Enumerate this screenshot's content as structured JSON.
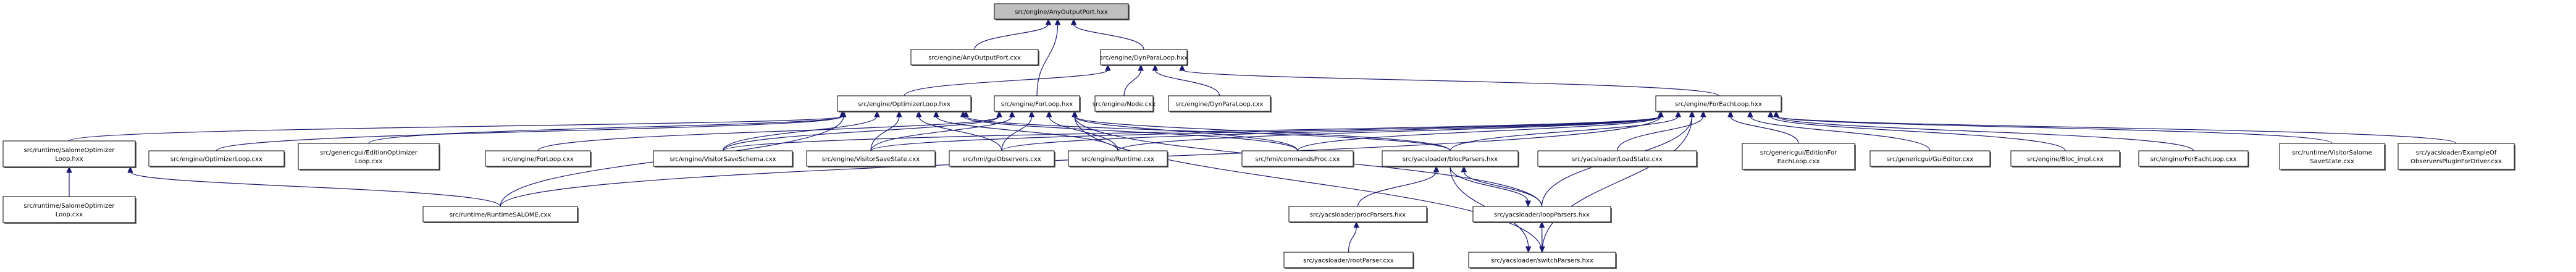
{
  "graph": {
    "type": "include-dependency-graph",
    "root": "n0",
    "colors": {
      "edge": "#191970",
      "root_fill": "#bfbfbf",
      "node_fill": "#ffffff",
      "border": "#000000"
    },
    "nodes": [
      {
        "id": "n0",
        "lines": [
          "src/engine/AnyOutputPort.hxx"
        ],
        "root": true
      },
      {
        "id": "n1",
        "lines": [
          "src/engine/AnyOutputPort.cxx"
        ]
      },
      {
        "id": "n2",
        "lines": [
          "src/engine/DynParaLoop.hxx"
        ]
      },
      {
        "id": "n3",
        "lines": [
          "src/engine/OptimizerLoop.hxx"
        ]
      },
      {
        "id": "n4",
        "lines": [
          "src/engine/ForLoop.hxx"
        ]
      },
      {
        "id": "n5",
        "lines": [
          "src/engine/Node.cxx"
        ]
      },
      {
        "id": "n6",
        "lines": [
          "src/engine/DynParaLoop.cxx"
        ]
      },
      {
        "id": "n7",
        "lines": [
          "src/engine/ForEachLoop.hxx"
        ]
      },
      {
        "id": "n8",
        "lines": [
          "src/runtime/SalomeOptimizer",
          "Loop.hxx"
        ]
      },
      {
        "id": "n9",
        "lines": [
          "src/engine/OptimizerLoop.cxx"
        ]
      },
      {
        "id": "n10",
        "lines": [
          "src/genericgui/EditionOptimizer",
          "Loop.cxx"
        ]
      },
      {
        "id": "n11",
        "lines": [
          "src/engine/ForLoop.cxx"
        ]
      },
      {
        "id": "n12",
        "lines": [
          "src/engine/VisitorSaveSchema.cxx"
        ]
      },
      {
        "id": "n13",
        "lines": [
          "src/engine/VisitorSaveState.cxx"
        ]
      },
      {
        "id": "n14",
        "lines": [
          "src/hmi/guiObservers.cxx"
        ]
      },
      {
        "id": "n15",
        "lines": [
          "src/engine/Runtime.cxx"
        ]
      },
      {
        "id": "n16",
        "lines": [
          "src/hmi/commandsProc.cxx"
        ]
      },
      {
        "id": "n17",
        "lines": [
          "src/yacsloader/blocParsers.hxx"
        ]
      },
      {
        "id": "n18",
        "lines": [
          "src/yacsloader/LoadState.cxx"
        ]
      },
      {
        "id": "n19",
        "lines": [
          "src/genericgui/EditionFor",
          "EachLoop.cxx"
        ]
      },
      {
        "id": "n20",
        "lines": [
          "src/genericgui/GuiEditor.cxx"
        ]
      },
      {
        "id": "n21",
        "lines": [
          "src/engine/Bloc_impl.cxx"
        ]
      },
      {
        "id": "n22",
        "lines": [
          "src/engine/ForEachLoop.cxx"
        ]
      },
      {
        "id": "n23",
        "lines": [
          "src/runtime/VisitorSalome",
          "SaveState.cxx"
        ]
      },
      {
        "id": "n24",
        "lines": [
          "src/yacsloader/ExampleOf",
          "ObserversPluginForDriver.cxx"
        ]
      },
      {
        "id": "n25",
        "lines": [
          "src/runtime/SalomeOptimizer",
          "Loop.cxx"
        ]
      },
      {
        "id": "n26",
        "lines": [
          "src/runtime/RuntimeSALOME.cxx"
        ]
      },
      {
        "id": "n27",
        "lines": [
          "src/yacsloader/procParsers.hxx"
        ]
      },
      {
        "id": "n28",
        "lines": [
          "src/yacsloader/loopParsers.hxx"
        ]
      },
      {
        "id": "n29",
        "lines": [
          "src/yacsloader/rootParser.cxx"
        ]
      },
      {
        "id": "n30",
        "lines": [
          "src/yacsloader/switchParsers.hxx"
        ]
      }
    ],
    "edges": [
      {
        "from": "n1",
        "to": "n0"
      },
      {
        "from": "n2",
        "to": "n0"
      },
      {
        "from": "n4",
        "to": "n0"
      },
      {
        "from": "n3",
        "to": "n2"
      },
      {
        "from": "n5",
        "to": "n2"
      },
      {
        "from": "n6",
        "to": "n2"
      },
      {
        "from": "n7",
        "to": "n2"
      },
      {
        "from": "n8",
        "to": "n3"
      },
      {
        "from": "n9",
        "to": "n3"
      },
      {
        "from": "n10",
        "to": "n3"
      },
      {
        "from": "n12",
        "to": "n3"
      },
      {
        "from": "n13",
        "to": "n3"
      },
      {
        "from": "n14",
        "to": "n3"
      },
      {
        "from": "n15",
        "to": "n3"
      },
      {
        "from": "n16",
        "to": "n3"
      },
      {
        "from": "n17",
        "to": "n3"
      },
      {
        "from": "n26",
        "to": "n3"
      },
      {
        "from": "n11",
        "to": "n4"
      },
      {
        "from": "n12",
        "to": "n4"
      },
      {
        "from": "n13",
        "to": "n4"
      },
      {
        "from": "n14",
        "to": "n4"
      },
      {
        "from": "n15",
        "to": "n4"
      },
      {
        "from": "n16",
        "to": "n4"
      },
      {
        "from": "n17",
        "to": "n4"
      },
      {
        "from": "n28",
        "to": "n4"
      },
      {
        "from": "n30",
        "to": "n4"
      },
      {
        "from": "n12",
        "to": "n7"
      },
      {
        "from": "n13",
        "to": "n7"
      },
      {
        "from": "n14",
        "to": "n7"
      },
      {
        "from": "n15",
        "to": "n7"
      },
      {
        "from": "n16",
        "to": "n7"
      },
      {
        "from": "n17",
        "to": "n7"
      },
      {
        "from": "n18",
        "to": "n7"
      },
      {
        "from": "n19",
        "to": "n7"
      },
      {
        "from": "n20",
        "to": "n7"
      },
      {
        "from": "n21",
        "to": "n7"
      },
      {
        "from": "n22",
        "to": "n7"
      },
      {
        "from": "n23",
        "to": "n7"
      },
      {
        "from": "n24",
        "to": "n7"
      },
      {
        "from": "n26",
        "to": "n7"
      },
      {
        "from": "n28",
        "to": "n7"
      },
      {
        "from": "n30",
        "to": "n7"
      },
      {
        "from": "n25",
        "to": "n8"
      },
      {
        "from": "n26",
        "to": "n8"
      },
      {
        "from": "n27",
        "to": "n17"
      },
      {
        "from": "n28",
        "to": "n17"
      },
      {
        "from": "n17",
        "to": "n28"
      },
      {
        "from": "n17",
        "to": "n30"
      },
      {
        "from": "n29",
        "to": "n27"
      },
      {
        "from": "n30",
        "to": "n28"
      },
      {
        "from": "n28",
        "to": "n30"
      }
    ]
  }
}
